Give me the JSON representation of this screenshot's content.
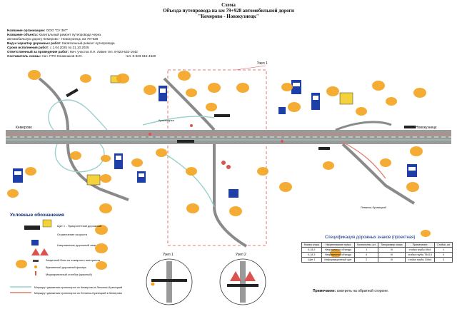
{
  "header": {
    "title_1": "Схема",
    "title_2": "Объезда путепровода на км 79+928 автомобильной дороги",
    "title_3": "\"Кемерово - Новокузнецк\""
  },
  "info": {
    "org_label": "Название организации:",
    "org_value": "ООО \"СУ 367\"",
    "object_label": "Название объекта:",
    "object_value_1": "Капитальный ремонт путепровода через",
    "object_value_2": "автомобильную дорогу Кемерово - Новокузнецк, км 79+928",
    "work_label": "Вид и характер дорожных работ:",
    "work_value": "Капитальный ремонт путепровода",
    "dates_label": "Сроки исполнения работ:",
    "dates_value": "с 1.04.2025 по 31.10.2025",
    "resp_label": "Ответственный за проведение работ:",
    "resp_value": "Нач. участка Л.Н. Лавин тел. 8-923-532-1942",
    "author_label": "Составитель схемы:",
    "author_value": "Нач. ПТО Климешков В.Ю.",
    "author_phone": "тел. 8-923-615-4520"
  },
  "map": {
    "city_left": "Кемерово",
    "city_right": "Новокузнецк",
    "road_lower_right": "Ленинск-Кузнецкий",
    "road_mid": "Красноярка",
    "node_1": "Узел 1",
    "node_2": "Узел 2"
  },
  "legend": {
    "title": "Условные обозначения",
    "items": [
      "Щит 1 - Приоритетный дорожный",
      "Ограничение скорости",
      "Направление дорожный знак",
      "Защитный блок из пожарного материала",
      "Временный дорожный фонарь",
      "Маркировочный столбик (красный)",
      "Маршрут движения транспорта из Кемерово в Ленинск-Кузнецкий",
      "Маршрут движения транспорта из Ленинск-Кузнецкий в Кемерово"
    ],
    "route_colors": [
      "#9ad1cc",
      "#e07a6a"
    ]
  },
  "spec": {
    "title": "Спецификация дорожных знаков (проектная)",
    "headers": [
      "Номер знака",
      "Наименование знака",
      "Количество, шт",
      "Типоразмер знака",
      "Примечание",
      "Стойки, шт"
    ],
    "rows": [
      [
        "6.18.2",
        "Направление объезда",
        "1",
        "III",
        "стойка трубы 89x4",
        "1"
      ],
      [
        "6.18.3",
        "Направление объезда",
        "4",
        "III",
        "стойка трубы 76x3,5",
        "4"
      ],
      [
        "Щит 1",
        "Информационный щит",
        "2",
        "III",
        "стойка трубы 108x4",
        "3"
      ]
    ]
  },
  "note": {
    "label": "Примечание:",
    "text": "смотреть на обратной стороне."
  },
  "colors": {
    "callout": "#f5a623",
    "road": "#8a8a8a",
    "route_a": "#9ad1cc",
    "route_b": "#e07a6a",
    "sign_blue": "#1f3fa8",
    "zone": "#d9534f"
  }
}
